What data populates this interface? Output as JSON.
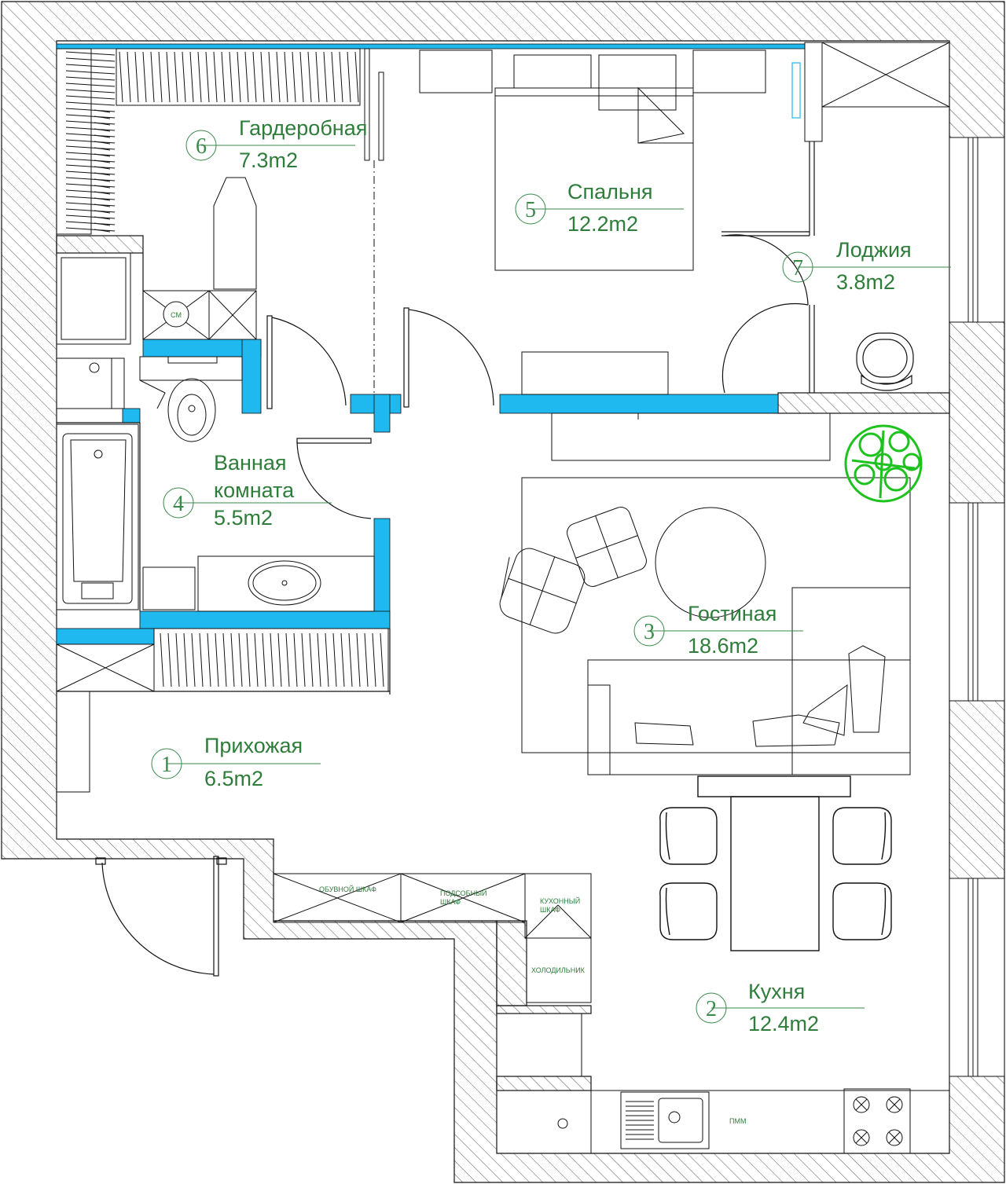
{
  "colors": {
    "label": "#2e7d3a",
    "marker": "#3a8a4a",
    "line": "#111111",
    "hatch": "#555555",
    "partition": "#1fb8ef",
    "plant": "#1ec21e"
  },
  "rooms": [
    {
      "number": "1",
      "name": "Прихожая",
      "area": "6.5m2"
    },
    {
      "number": "2",
      "name": "Кухня",
      "area": "12.4m2"
    },
    {
      "number": "3",
      "name": "Гостиная",
      "area": "18.6m2"
    },
    {
      "number": "4",
      "name_line1": "Ванная",
      "name_line2": "комната",
      "area": "5.5m2"
    },
    {
      "number": "5",
      "name": "Спальня",
      "area": "12.2m2"
    },
    {
      "number": "6",
      "name": "Гардеробная",
      "area": "7.3m2"
    },
    {
      "number": "7",
      "name": "Лоджия",
      "area": "3.8m2"
    }
  ],
  "furniture_labels": {
    "washer": "СМ",
    "shoe_cabinet": "ОБУВНОЙ ШКАФ",
    "utility_line1": "ПОДСОБНЫЙ",
    "utility_line2": "ШКАФ",
    "kitchen_line1": "КУХОННЫЙ",
    "kitchen_line2": "ШКАФ",
    "fridge": "ХОЛОДИЛЬНИК",
    "dishwasher": "ПММ"
  },
  "icons": [
    "toilet-icon",
    "bathtub-icon",
    "sink-icon",
    "stove-icon",
    "plant-icon",
    "chair-icon",
    "bed-icon"
  ]
}
